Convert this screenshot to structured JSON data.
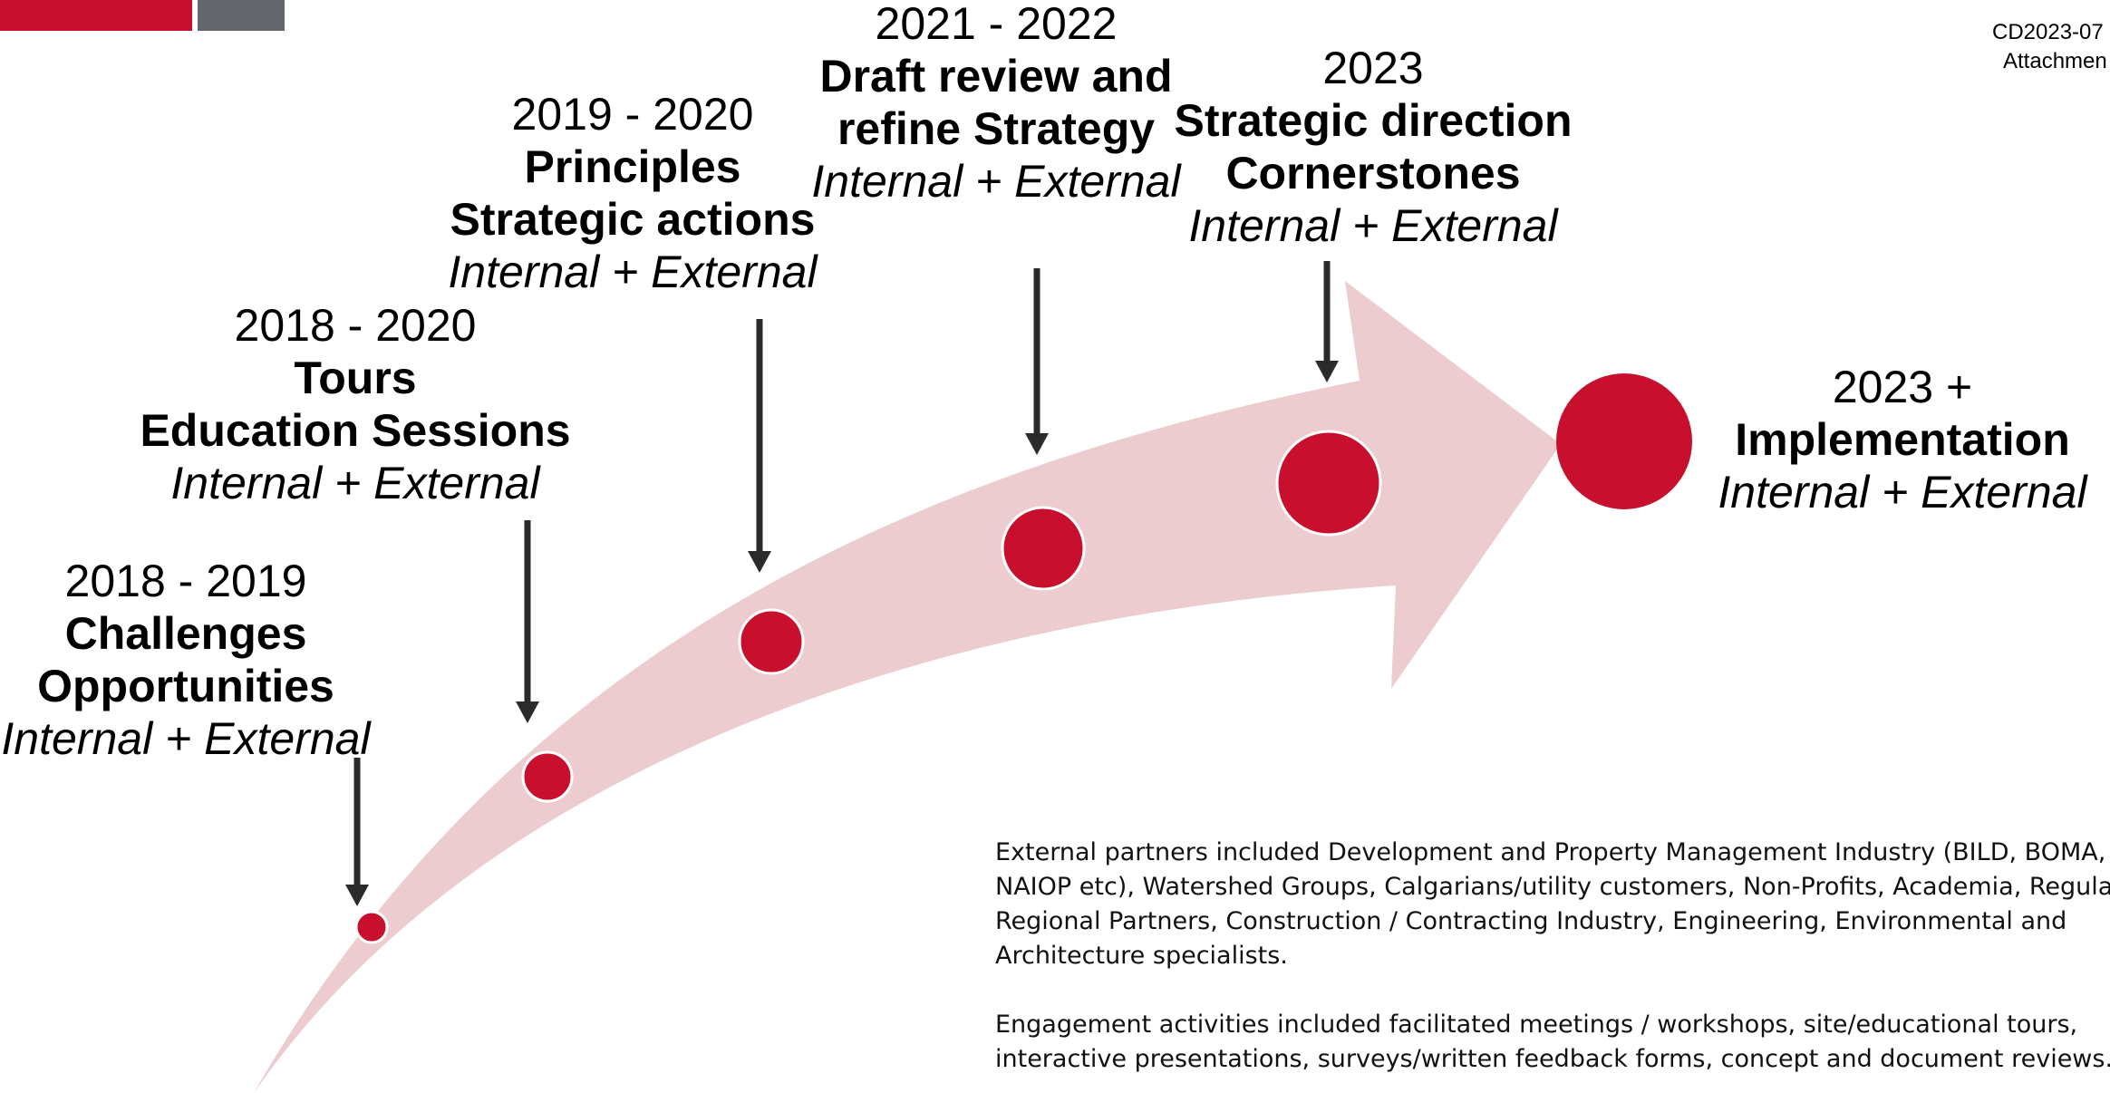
{
  "colors": {
    "arrow": "#ecccce",
    "dot": "#c8102e",
    "dot_outline": "#ffffff",
    "pointer": "#2b2b2b",
    "logo_red": "#c8102e",
    "logo_grey": "#63666a"
  },
  "header": {
    "doc_ref_line1": "CD2023-07",
    "doc_ref_line2": "Attachmen"
  },
  "stages": [
    {
      "year": "2018 - 2019",
      "title_lines": [
        "Challenges",
        "Opportunities"
      ],
      "participants": "Internal + External"
    },
    {
      "year": "2018 - 2020",
      "title_lines": [
        "Tours",
        "Education Sessions"
      ],
      "participants": "Internal + External"
    },
    {
      "year": "2019 - 2020",
      "title_lines": [
        "Principles",
        "Strategic actions"
      ],
      "participants": "Internal + External"
    },
    {
      "year": "2021 - 2022",
      "title_lines": [
        "Draft review and",
        "refine Strategy"
      ],
      "participants": "Internal + External"
    },
    {
      "year": "2023",
      "title_lines": [
        "Strategic direction",
        "Cornerstones"
      ],
      "participants": "Internal + External"
    },
    {
      "year": "2023 +",
      "title_lines": [
        "Implementation"
      ],
      "participants": "Internal + External"
    }
  ],
  "notes": {
    "partners": [
      "External partners included Development and Property Management Industry (BILD, BOMA,",
      "NAIOP etc), Watershed Groups, Calgarians/utility customers, Non-Profits, Academia, Regulators",
      "Regional Partners, Construction / Contracting Industry, Engineering, Environmental and",
      "Architecture specialists."
    ],
    "activities": [
      "Engagement activities included facilitated meetings / workshops, site/educational tours,",
      "interactive presentations, surveys/written feedback forms, concept and document reviews."
    ]
  }
}
